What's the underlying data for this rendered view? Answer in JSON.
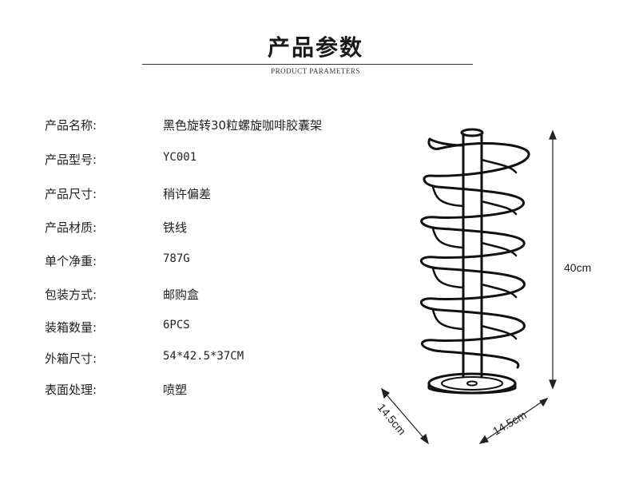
{
  "header": {
    "title": "产品参数",
    "subtitle": "PRODUCT PARAMETERS"
  },
  "specs": [
    {
      "label": "产品名称:",
      "value": "黑色旋转30粒螺旋咖啡胶囊架"
    },
    {
      "label": "产品型号:",
      "value": "YC001"
    },
    {
      "label": "产品尺寸:",
      "value": "稍许偏差"
    },
    {
      "label": "产品材质:",
      "value": "铁线"
    },
    {
      "label": "单个净重:",
      "value": "787G"
    },
    {
      "label": "包装方式:",
      "value": "邮购盒"
    },
    {
      "label": "装箱数量:",
      "value": "6PCS"
    },
    {
      "label": "外箱尺寸:",
      "value": "54*42.5*37CM"
    },
    {
      "label": "表面处理:",
      "value": "喷塑"
    }
  ],
  "dimensions": {
    "height": "40cm",
    "depth": "14.5cm",
    "width": "14.5cm"
  }
}
